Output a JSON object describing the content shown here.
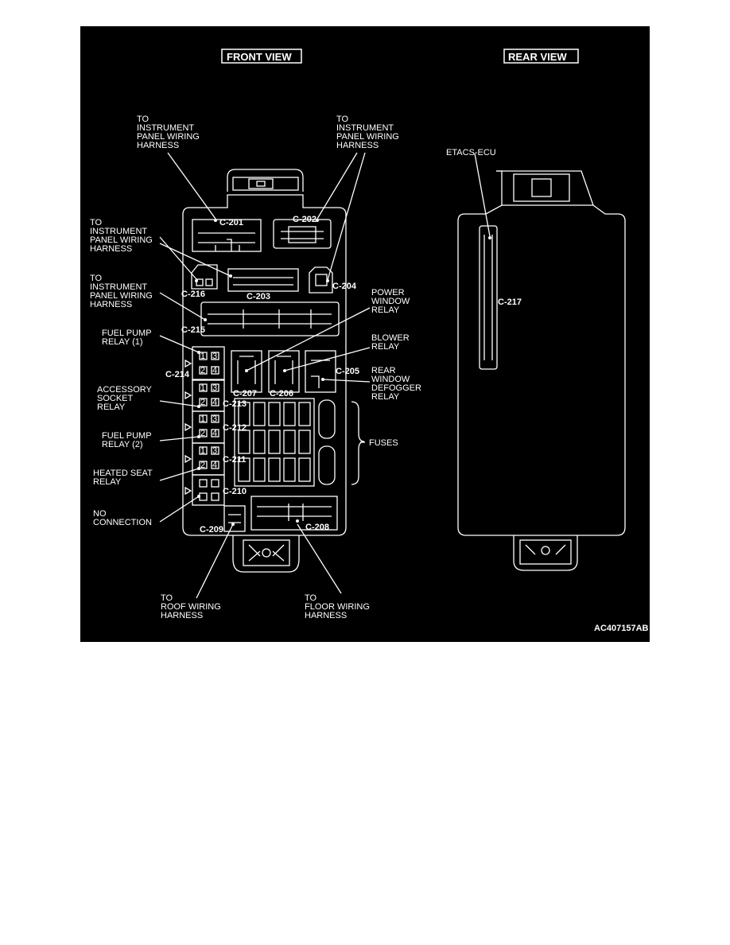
{
  "headers": {
    "front": "FRONT VIEW",
    "rear": "REAR VIEW"
  },
  "code": "AC407157AB",
  "fuses_label": "FUSES",
  "front_labels": [
    {
      "id": "ipw-1",
      "lines": [
        "TO",
        "INSTRUMENT",
        "PANEL WIRING",
        "HARNESS"
      ]
    },
    {
      "id": "ipw-2",
      "lines": [
        "TO",
        "INSTRUMENT",
        "PANEL WIRING",
        "HARNESS"
      ]
    },
    {
      "id": "ipw-3",
      "lines": [
        "TO",
        "INSTRUMENT",
        "PANEL WIRING",
        "HARNESS"
      ]
    },
    {
      "id": "ipw-4",
      "lines": [
        "TO",
        "INSTRUMENT",
        "PANEL WIRING",
        "HARNESS"
      ]
    },
    {
      "id": "fuel-pump-relay-1",
      "lines": [
        "FUEL PUMP",
        "RELAY (1)"
      ]
    },
    {
      "id": "accessory-socket-relay",
      "lines": [
        "ACCESSORY",
        "SOCKET",
        "RELAY"
      ]
    },
    {
      "id": "fuel-pump-relay-2",
      "lines": [
        "FUEL PUMP",
        "RELAY (2)"
      ]
    },
    {
      "id": "heated-seat-relay",
      "lines": [
        "HEATED SEAT",
        "RELAY"
      ]
    },
    {
      "id": "no-connection",
      "lines": [
        "NO",
        "CONNECTION"
      ]
    },
    {
      "id": "power-window-relay",
      "lines": [
        "POWER",
        "WINDOW",
        "RELAY"
      ]
    },
    {
      "id": "blower-relay",
      "lines": [
        "BLOWER",
        "RELAY"
      ]
    },
    {
      "id": "rear-window-defogger-relay",
      "lines": [
        "REAR",
        "WINDOW",
        "DEFOGGER",
        "RELAY"
      ]
    },
    {
      "id": "roof-wiring",
      "lines": [
        "TO",
        "ROOF WIRING",
        "HARNESS"
      ]
    },
    {
      "id": "floor-wiring",
      "lines": [
        "TO",
        "FLOOR WIRING",
        "HARNESS"
      ]
    },
    {
      "id": "etacs-ecu",
      "lines": [
        "ETACS-ECU"
      ]
    }
  ],
  "connectors": {
    "c201": "C-201",
    "c202": "C-202",
    "c203": "C-203",
    "c204": "C-204",
    "c205": "C-205",
    "c206": "C-206",
    "c207": "C-207",
    "c208": "C-208",
    "c209": "C-209",
    "c210": "C-210",
    "c211": "C-211",
    "c212": "C-212",
    "c213": "C-213",
    "c214": "C-214",
    "c215": "C-215",
    "c216": "C-216",
    "c217": "C-217"
  },
  "relay_pins": [
    "1",
    "3",
    "2",
    "4"
  ]
}
